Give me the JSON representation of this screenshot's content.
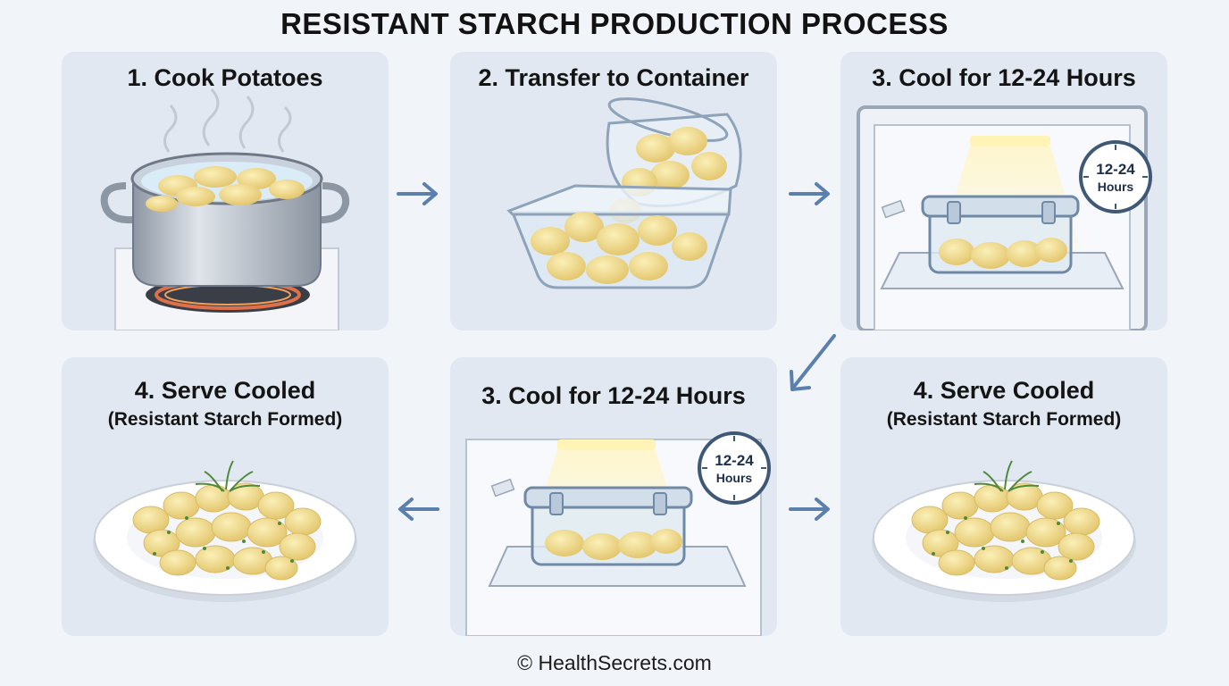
{
  "title": "RESISTANT STARCH PRODUCTION PROCESS",
  "steps": [
    {
      "label": "1. Cook Potatoes"
    },
    {
      "label": "2. Transfer to Container"
    },
    {
      "label": "3. Cool for 12-24 Hours",
      "timer_value": "12-24",
      "timer_unit": "Hours"
    },
    {
      "label": "4. Serve Cooled",
      "sub": "(Resistant Starch Formed)"
    },
    {
      "label": "3. Cool for 12-24 Hours",
      "timer_value": "12-24",
      "timer_unit": "Hours"
    },
    {
      "label": "4. Serve Cooled",
      "sub": "(Resistant Starch Formed)"
    }
  ],
  "footer": "© HealthSecrets.com",
  "colors": {
    "background": "#f1f4f9",
    "card": "#e1e8f1",
    "arrow": "#5b80ad",
    "potato": "#eed98a",
    "pot_steel": "#aeb7c3",
    "flame": "#e0704a",
    "dill": "#4f8a3a"
  },
  "icons": [
    "steaming-pot-icon",
    "glass-container-icon",
    "refrigerator-icon",
    "timer-icon",
    "potato-plate-icon",
    "arrow-right-icon",
    "arrow-left-icon",
    "arrow-down-left-icon"
  ]
}
